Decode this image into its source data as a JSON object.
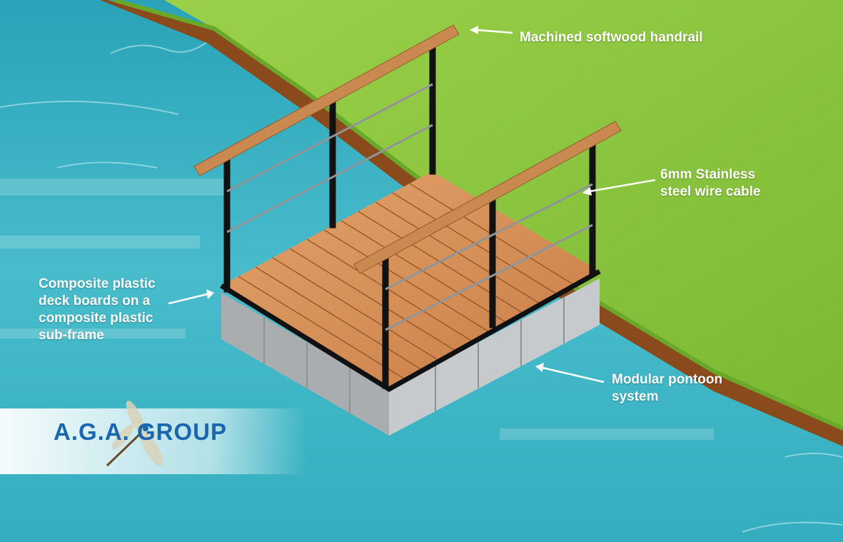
{
  "labels": {
    "handrail": "Machined softwood handrail",
    "cable": "6mm Stainless\nsteel wire cable",
    "deck": "Composite plastic\ndeck boards on a\ncomposite plastic\nsub-frame",
    "pontoon": "Modular pontoon\nsystem"
  },
  "logo": {
    "text": "A.G.A.   GROUP",
    "icon": "dragonfly-icon"
  },
  "colors": {
    "water": "#3fb6c4",
    "grass": "#8cc63f",
    "earth": "#8a4a1c",
    "deck": "#d9925a",
    "rail": "#c98950",
    "post": "#111111",
    "pontoon": "#b8bcbf",
    "logo_blue": "#1a67b0"
  }
}
